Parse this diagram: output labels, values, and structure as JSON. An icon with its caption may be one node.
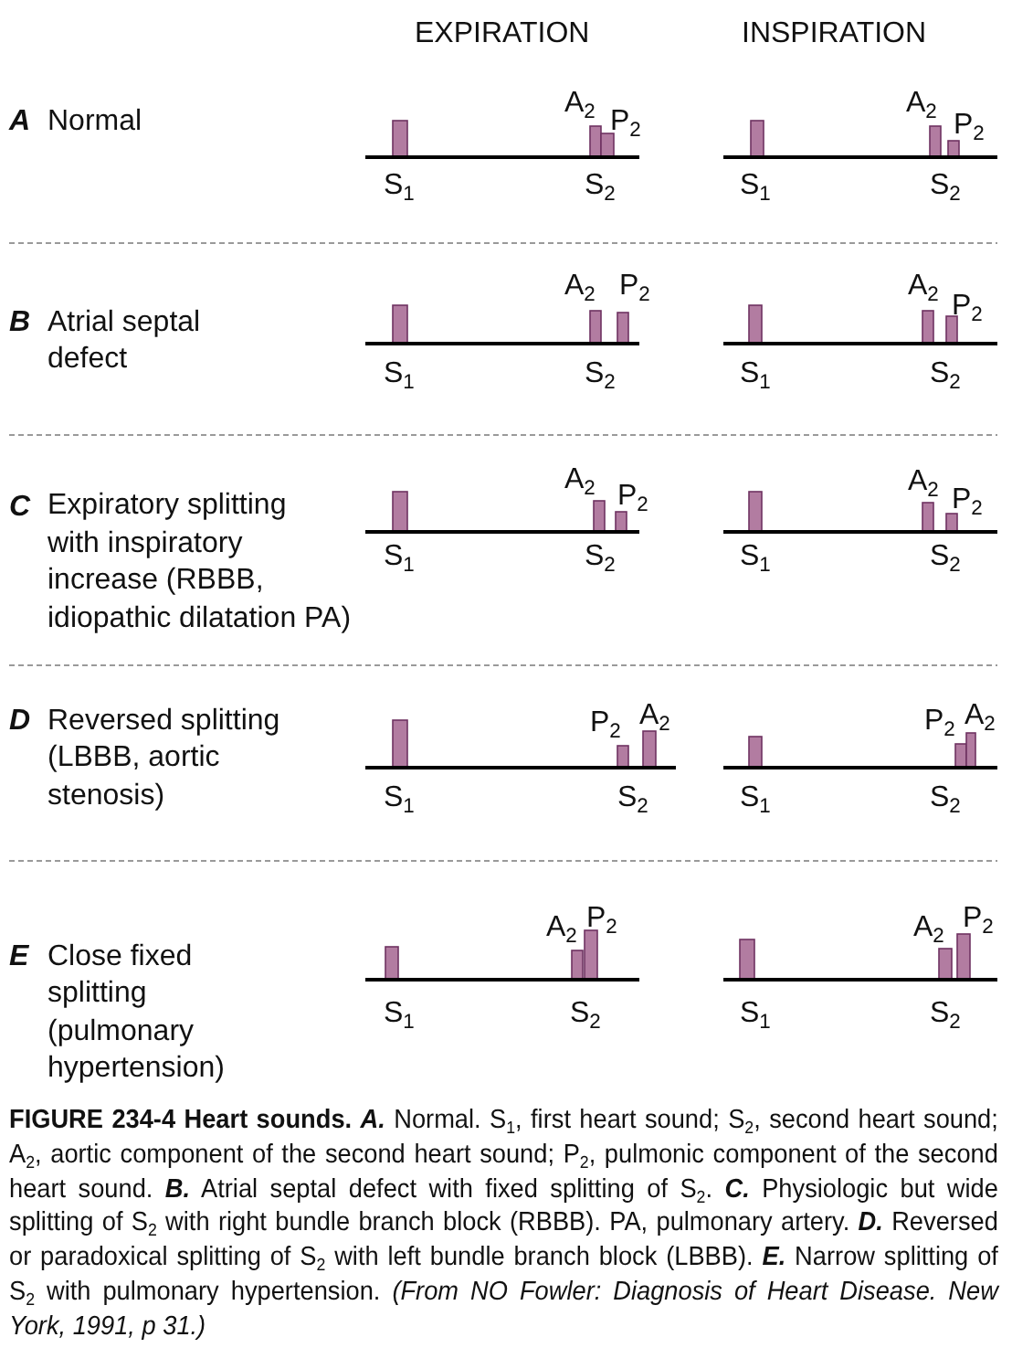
{
  "diagram": {
    "caption": "**FIGURE 234-4 Heart sounds.** **A.** Normal. S$_{1}$, first heart sound; S$_{2}$, second heart sound; A$_{2}$, aortic component of the second heart sound; P$_{2}$, pulmonic component of the second heart sound. **B.** Atrial septal defect with fixed splitting of S$_{2}$. **C.** Physiologic but wide splitting of S$_{2}$ with right bundle branch block (RBBB). PA, pulmonary artery. **D.** Reversed or paradoxical splitting of S$_{2}$ with left bundle branch block (LBBB). **E.** Narrow splitting of S$_{2}$ with pulmonary hypertension. *(From NO Fowler: Diagnosis of Heart Disease. New York, 1991, p 31.)*",
    "labels": [
      "EXPIRATION",
      "INSPIRATION",
      "A",
      "Normal",
      "A$_{2}$",
      "P$_{2}$",
      "S$_{1}$",
      "S$_{2}$",
      "A$_{2}$",
      "P$_{2}$",
      "S$_{1}$",
      "S$_{2}$",
      "B",
      "Atrial septal defect",
      "A$_{2}$",
      "P$_{2}$",
      "S$_{1}$",
      "S$_{2}$",
      "A$_{2}$",
      "P$_{2}$",
      "S$_{1}$",
      "S$_{2}$",
      "C",
      "Expiratory splitting with inspiratory increase (RBBB, idiopathic dilatation PA)",
      "A$_{2}$",
      "P$_{2}$",
      "S$_{1}$",
      "S$_{2}$",
      "A$_{2}$",
      "P$_{2}$",
      "S$_{1}$",
      "S$_{2}$",
      "D",
      "Reversed splitting (LBBB, aortic stenosis)",
      "P$_{2}$",
      "A$_{2}$",
      "S$_{1}$",
      "S$_{2}$",
      "P$_{2}$",
      "A$_{2}$",
      "S$_{1}$",
      "S$_{2}$",
      "E",
      "Close fixed splitting (pulmonary hypertension)",
      "A$_{2}$",
      "P$_{2}$",
      "S$_{1}$",
      "S$_{2}$",
      "A$_{2}$",
      "P$_{2}$",
      "S$_{1}$",
      "S$_{2}$"
    ]
  }
}
